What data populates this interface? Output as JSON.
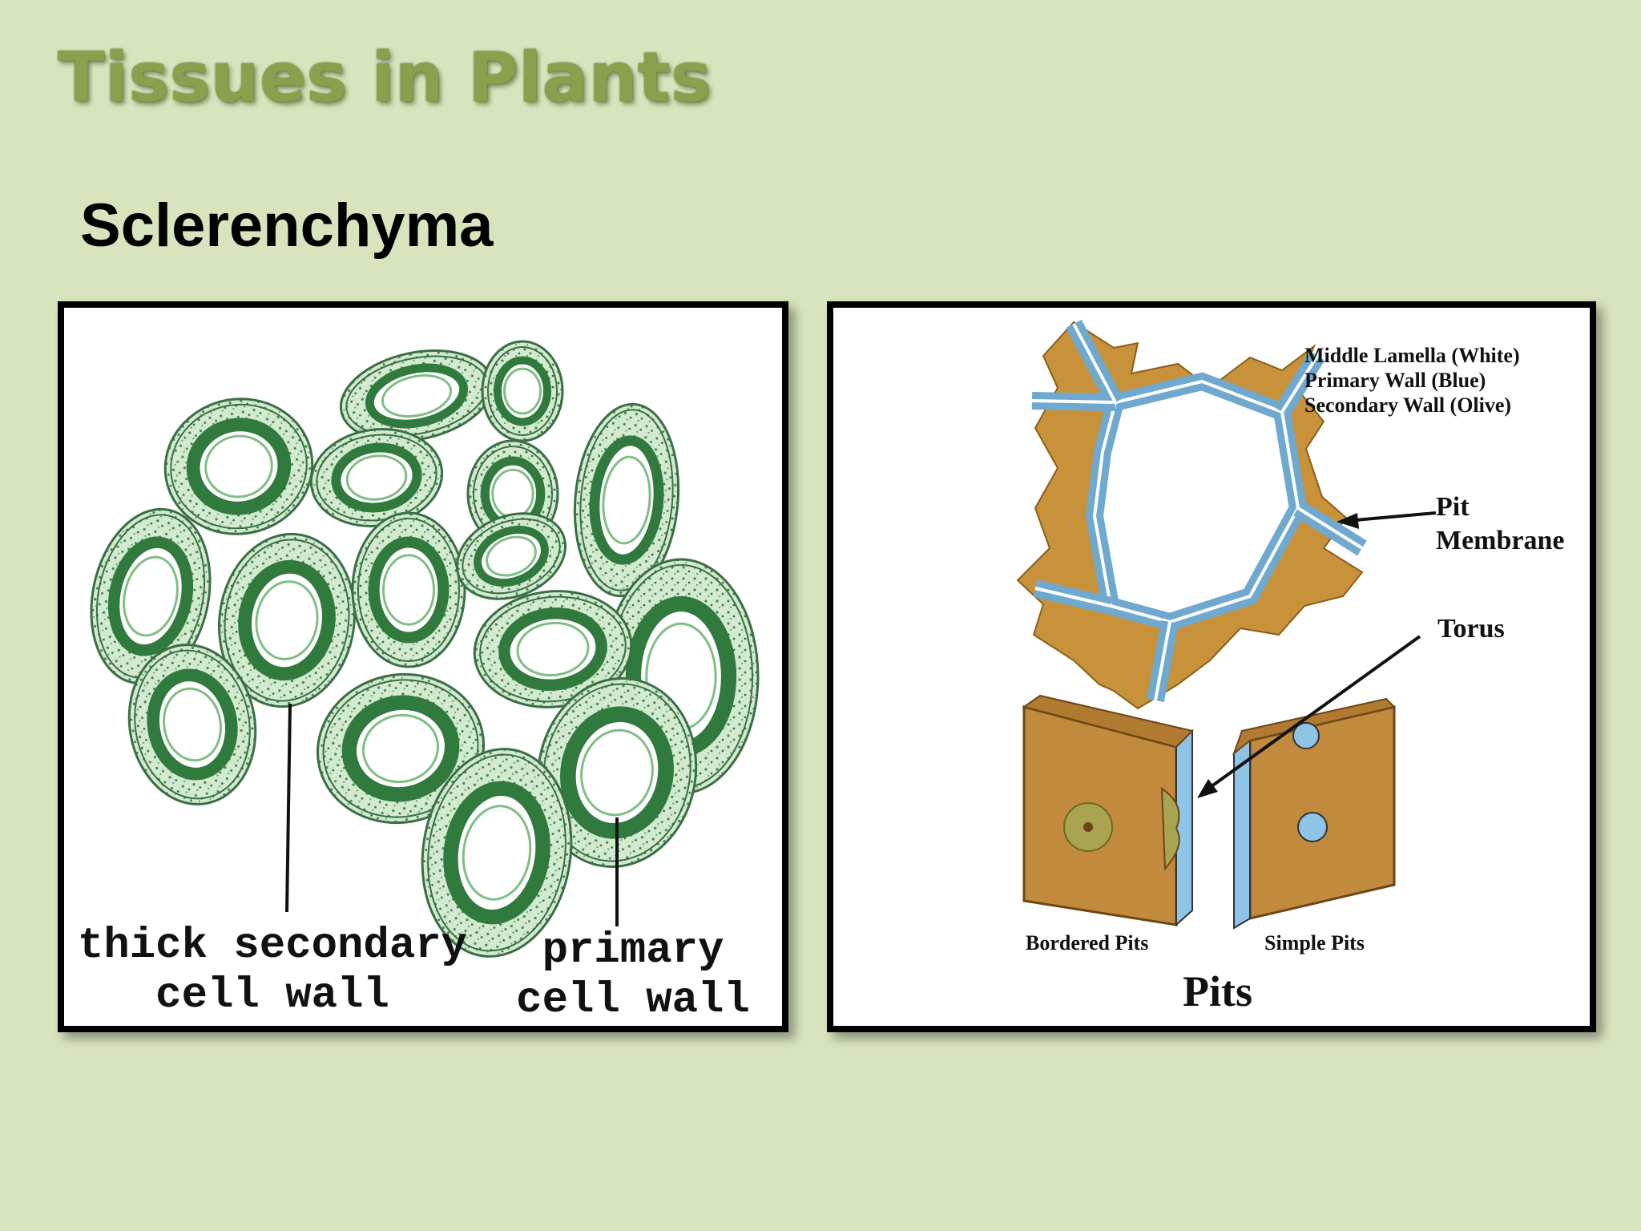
{
  "slide": {
    "title": "Tissues in Plants",
    "subtitle": "Sclerenchyma"
  },
  "left_figure": {
    "label_secondary_line1": "thick secondary",
    "label_secondary_line2": "cell wall",
    "label_primary_line1": "primary",
    "label_primary_line2": "cell wall",
    "colors": {
      "cell_dark": "#2f7a3c",
      "cell_fill": "#cfe6c9",
      "cell_outline": "#3a6e45"
    }
  },
  "right_figure": {
    "legend_line1": "Middle Lamella (White)",
    "legend_line2": "Primary Wall (Blue)",
    "legend_line3": "Secondary Wall (Olive)",
    "label_pit": "Pit",
    "label_membrane": "Membrane",
    "label_torus": "Torus",
    "label_bordered": "Bordered Pits",
    "label_simple": "Simple Pits",
    "caption": "Pits",
    "colors": {
      "secondary_wall": "#c8923a",
      "primary_wall": "#8ec5e6",
      "middle_lamella": "#ffffff"
    }
  }
}
